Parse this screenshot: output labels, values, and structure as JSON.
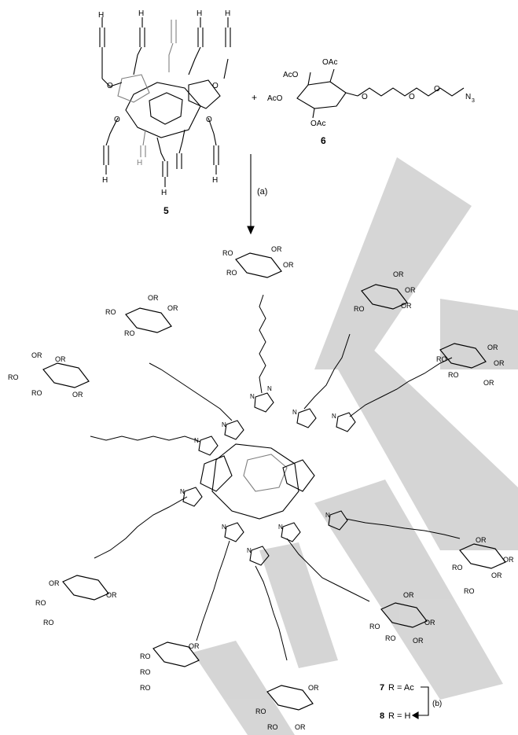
{
  "compound_labels": {
    "reactant_5": "5",
    "reactant_6": "6",
    "product_7": "7",
    "product_8": "8"
  },
  "operators": {
    "plus": "+"
  },
  "reaction_steps": {
    "a": "(a)",
    "b": "(b)"
  },
  "substituents": {
    "propargyl_end": "H",
    "oxygen": "O",
    "acetoxy": "OAc",
    "acetoxy_left": "AcO",
    "azide": "N",
    "azide_subscript": "3",
    "or_right": "OR",
    "or_left": "RO",
    "triazole_n": "N",
    "triazole_n_right": "N="
  },
  "legend": {
    "line1_prefix": "R = Ac",
    "line2_prefix": "R = H"
  },
  "colors": {
    "ink": "#000000",
    "watermark": "#c8c8c8",
    "gray_bond": "#808080"
  }
}
